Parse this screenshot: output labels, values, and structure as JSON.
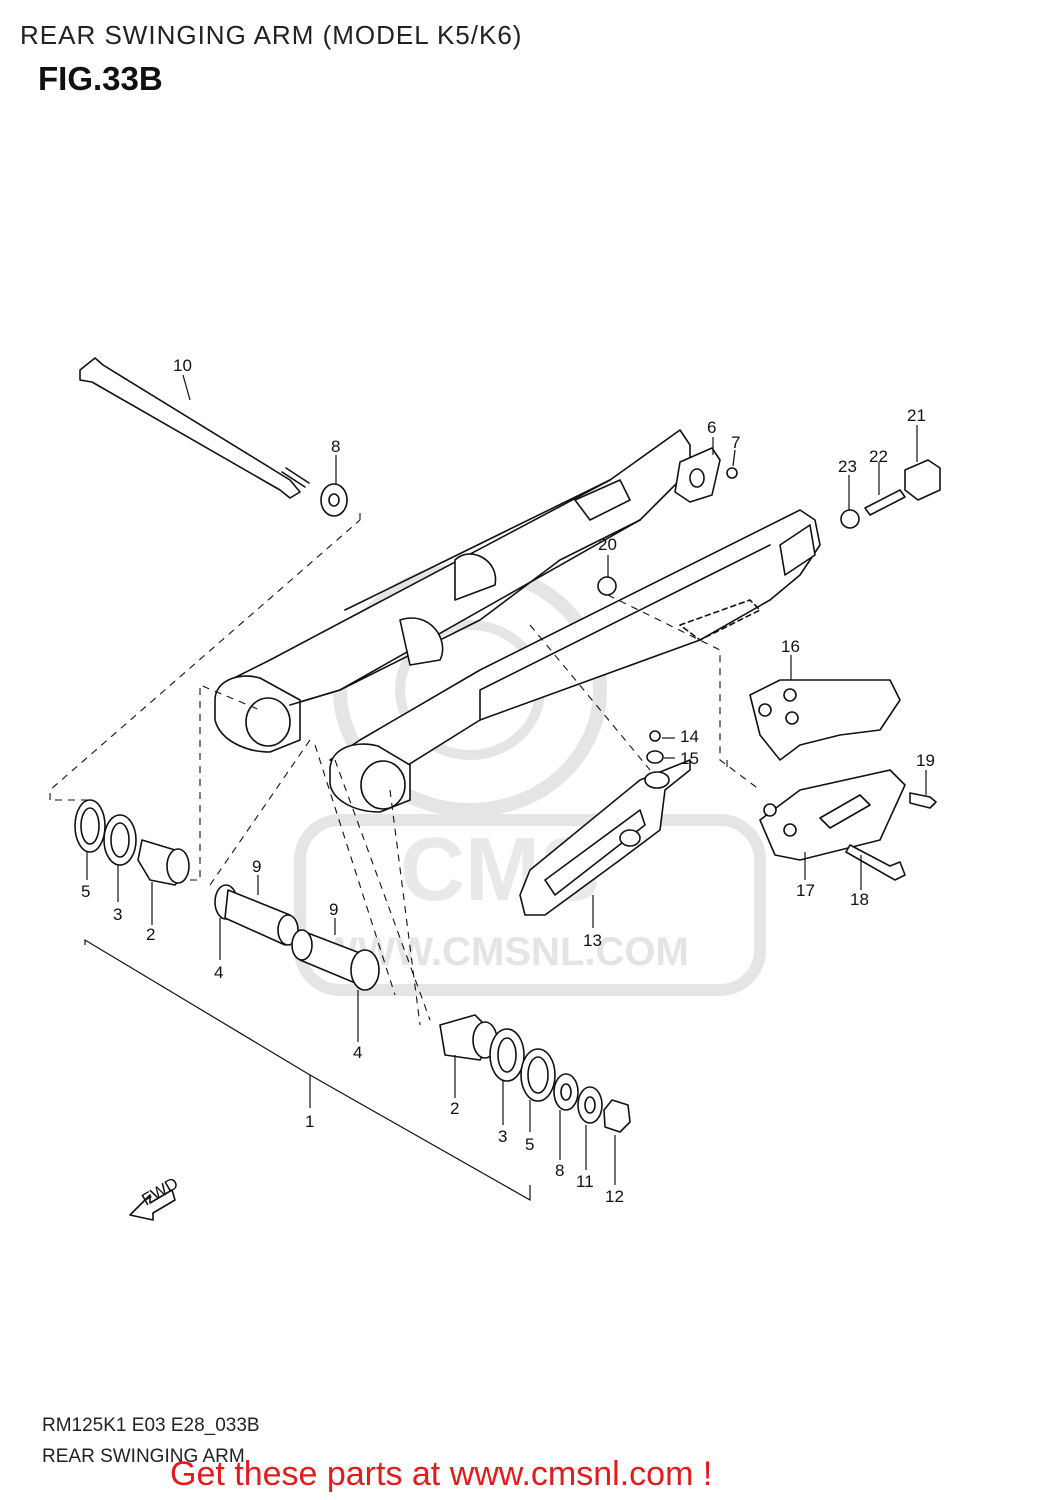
{
  "header": {
    "title": "REAR SWINGING ARM (MODEL K5/K6)",
    "figure": "FIG.33B"
  },
  "watermark": {
    "brand": "CMS",
    "url": "WWW.CMSNL.COM"
  },
  "fwd_arrow_label": "FWD",
  "callouts": [
    {
      "id": "c10",
      "text": "10"
    },
    {
      "id": "c8a",
      "text": "8"
    },
    {
      "id": "c6",
      "text": "6"
    },
    {
      "id": "c7",
      "text": "7"
    },
    {
      "id": "c21",
      "text": "21"
    },
    {
      "id": "c23",
      "text": "23"
    },
    {
      "id": "c22",
      "text": "22"
    },
    {
      "id": "c20",
      "text": "20"
    },
    {
      "id": "c16",
      "text": "16"
    },
    {
      "id": "c14",
      "text": "14"
    },
    {
      "id": "c15",
      "text": "15"
    },
    {
      "id": "c19",
      "text": "19"
    },
    {
      "id": "c17",
      "text": "17"
    },
    {
      "id": "c18",
      "text": "18"
    },
    {
      "id": "c13",
      "text": "13"
    },
    {
      "id": "c5a",
      "text": "5"
    },
    {
      "id": "c3a",
      "text": "3"
    },
    {
      "id": "c2a",
      "text": "2"
    },
    {
      "id": "c9a",
      "text": "9"
    },
    {
      "id": "c9b",
      "text": "9"
    },
    {
      "id": "c4a",
      "text": "4"
    },
    {
      "id": "c4b",
      "text": "4"
    },
    {
      "id": "c1",
      "text": "1"
    },
    {
      "id": "c2b",
      "text": "2"
    },
    {
      "id": "c3b",
      "text": "3"
    },
    {
      "id": "c5b",
      "text": "5"
    },
    {
      "id": "c8b",
      "text": "8"
    },
    {
      "id": "c11",
      "text": "11"
    },
    {
      "id": "c12",
      "text": "12"
    }
  ],
  "footer": {
    "code": "RM125K1 E03 E28_033B",
    "name": "REAR SWINGING ARM",
    "promo": "Get these parts at www.cmsnl.com !"
  },
  "colors": {
    "promo": "#e41b1b",
    "line": "#111111",
    "watermark": "#d6d6d6"
  }
}
